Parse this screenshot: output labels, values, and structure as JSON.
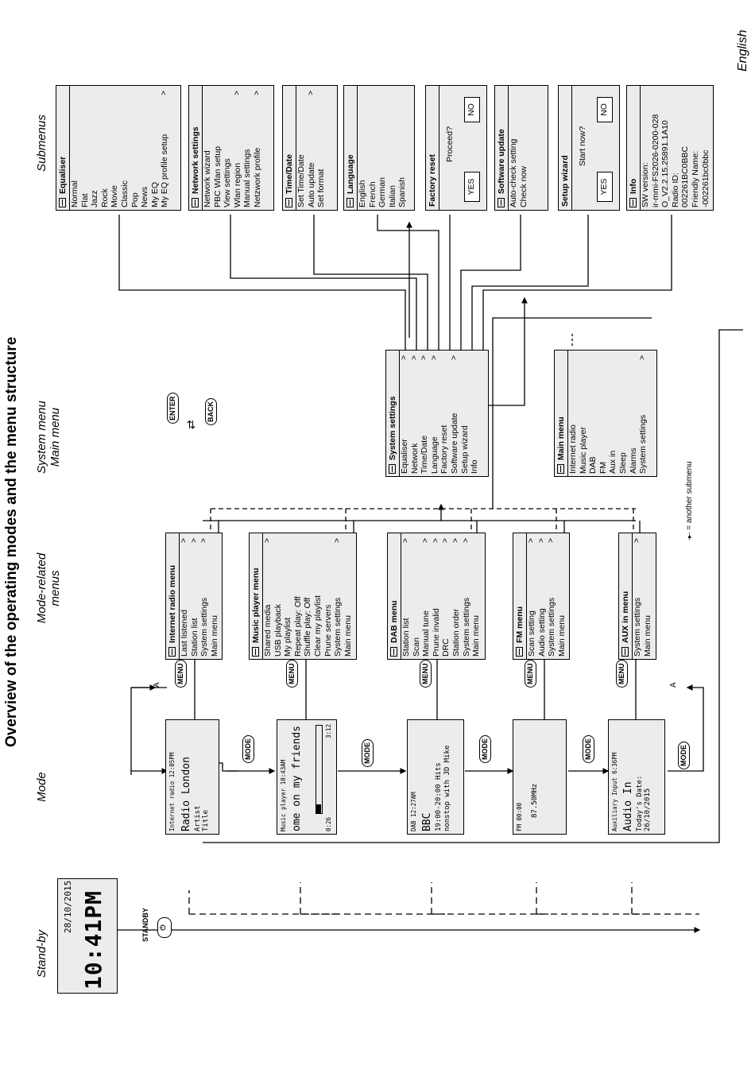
{
  "title": "Overview of the operating modes and the menu structure",
  "language": "English",
  "columns": {
    "standby": "Stand-by",
    "mode": "Mode",
    "mode_related": "Mode-related menus",
    "system": "System menu Main menu",
    "submenus": "Submenus"
  },
  "standby": {
    "date": "28/10/2015",
    "time": "10:41PM",
    "button": "STANDBY",
    "power_icon": "power-icon"
  },
  "keys": {
    "enter": "ENTER",
    "back": "BACK"
  },
  "pills": {
    "mode": "MODE",
    "menu": "MENU",
    "a": "A"
  },
  "legend": "= another submenu",
  "screens": [
    {
      "top": "Internet radio   12:05PM",
      "l1": "Radio London",
      "l2": "Artist",
      "l3": "Title"
    },
    {
      "top": "Music player   10:43AM",
      "l1": "ome on my friends",
      "l2": "0:26",
      "l3": "3:12"
    },
    {
      "top": "DAB   12:27AM",
      "l1": "BBC",
      "l2": "19:00-20:00 Hits",
      "l3": "nonstop with JD Mike"
    },
    {
      "top": "FM   00:00",
      "l1": "87.50MHz",
      "l2": "",
      "l3": ""
    },
    {
      "top": "Auxiliary Input   6:36PM",
      "l1": "Audio In",
      "l2": "Today's Date:",
      "l3": "26/10/2015"
    }
  ],
  "mode_menus": [
    {
      "title": "Internet radio menu",
      "items": [
        "Last listened",
        "Station list",
        "System settings",
        "Main menu"
      ]
    },
    {
      "title": "Music player menu",
      "items": [
        "Shared media",
        "USB playback",
        "My playlist",
        "Repeat play: Off",
        "Shuffle play: Off",
        "Clear my playlist",
        "Prune servers",
        "System settings",
        "Main menu"
      ]
    },
    {
      "title": "DAB menu",
      "items": [
        "Station list",
        "Scan",
        "Manual tune",
        "Prune invalid",
        "DRC",
        "Station order",
        "System settings",
        "Main menu"
      ]
    },
    {
      "title": "FM  menu",
      "items": [
        "Scan setting",
        "Audio setting",
        "System settings",
        "Main menu"
      ]
    },
    {
      "title": "AUX in menu",
      "items": [
        "System settings",
        "Main menu"
      ]
    }
  ],
  "system_settings": {
    "title": "System settings",
    "items": [
      "Equaliser",
      "Network",
      "Time/Date",
      "Language",
      "Factory reset",
      "Software update",
      "Setup wizard",
      "Info"
    ]
  },
  "main_menu": {
    "title": "Main menu",
    "items": [
      "Internet radio",
      "Music player",
      "DAB",
      "FM",
      "Aux in",
      "Sleep",
      "Alarms",
      "System settings"
    ]
  },
  "submenus": [
    {
      "title": "Equaliser",
      "items": [
        "Normal",
        "Flat",
        "Jazz",
        "Rock",
        "Movie",
        "Classic",
        "Pop",
        "News",
        "My EQ",
        "My EQ profile setup"
      ]
    },
    {
      "title": "Network settings",
      "items": [
        "Network wizard",
        "PBC Wlan setup",
        "View settings",
        "Wlan region",
        "Manual settings",
        "Netzwork profile"
      ]
    },
    {
      "title": "Time/Date",
      "items": [
        "Set Time/Date",
        "Auto update",
        "Set format"
      ]
    },
    {
      "title": "Language",
      "items": [
        "English",
        "French",
        "German",
        "Italian",
        "Spanish"
      ]
    },
    {
      "title": "Factory reset",
      "prompt": "Proceed?",
      "yes": "YES",
      "no": "NO"
    },
    {
      "title": "Software update",
      "items": [
        "Auto-check setting",
        "Check now"
      ]
    },
    {
      "title": "Setup wizard",
      "prompt": "Start now?",
      "yes": "YES",
      "no": "NO"
    },
    {
      "title": "Info",
      "items": [
        "SW version:",
        "ir-mmi-FS2026-0200-028",
        "O_V2.2.15.25891.1A10",
        "Radio ID:",
        "002261BC0BBC",
        "Friendly Name:",
        "-002261bc0bbc"
      ]
    }
  ]
}
